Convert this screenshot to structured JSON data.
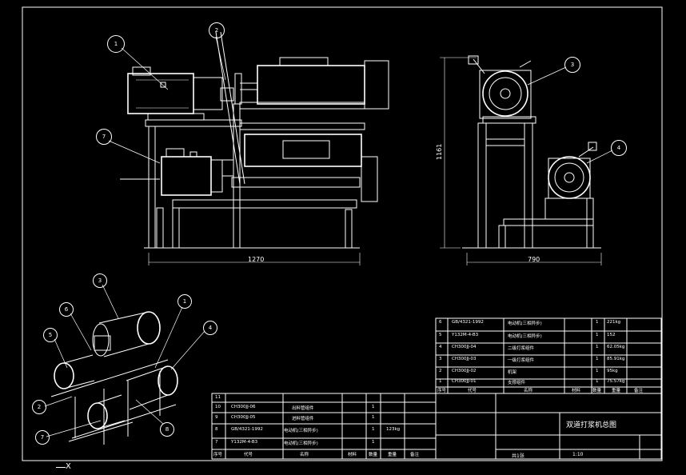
{
  "dimensions": {
    "front_width": "1270",
    "side_width": "790",
    "side_height": "1161"
  },
  "balloons": {
    "front": [
      "1",
      "2",
      "7"
    ],
    "side": [
      "3",
      "4"
    ],
    "iso": [
      "3",
      "1",
      "6",
      "4",
      "5",
      "2",
      "7",
      "8"
    ]
  },
  "bom_upper": [
    {
      "seq": "6",
      "code": "GB/4321-1992",
      "name": "电动机(三相异步)",
      "qty": "1",
      "weight": "221kg"
    },
    {
      "seq": "5",
      "code": "Y132M-4-B3",
      "name": "电动机(三相异步)",
      "qty": "1",
      "weight": "152"
    },
    {
      "seq": "4",
      "code": "CH300JJ-04",
      "name": "二级打浆组件",
      "qty": "1",
      "weight": "62.05kg"
    },
    {
      "seq": "3",
      "code": "CH300JJ-03",
      "name": "一级打浆组件",
      "qty": "1",
      "weight": "85.91kg"
    },
    {
      "seq": "2",
      "code": "CH300JJ-02",
      "name": "机架",
      "qty": "1",
      "weight": "95kg"
    },
    {
      "seq": "1",
      "code": "CH300JJ-01",
      "name": "支撑组件",
      "qty": "1",
      "weight": "75.57kg"
    }
  ],
  "bom_lower": [
    {
      "seq": "11",
      "code": "",
      "name": "",
      "qty": ""
    },
    {
      "seq": "10",
      "code": "CH300JJ-06",
      "name": "出料管组件",
      "qty": "1"
    },
    {
      "seq": "9",
      "code": "CH300JJ-05",
      "name": "进料管组件",
      "qty": "1"
    },
    {
      "seq": "8",
      "code": "GB/4321-1992",
      "name": "电动机(三相异步)",
      "qty": "1",
      "weight": "123kg"
    },
    {
      "seq": "7",
      "code": "Y132M-4-B3",
      "name": "电动机(三相异步)",
      "qty": "1"
    }
  ],
  "bom_header": {
    "seq": "序号",
    "code": "代号",
    "name": "名称",
    "qty": "数量",
    "material": "材料",
    "weight": "重量",
    "note": "备注"
  },
  "title_block": {
    "drawing_title": "双道打浆机总图",
    "scale": "1:10",
    "sheet": "共1张"
  },
  "axis_marker": "X"
}
